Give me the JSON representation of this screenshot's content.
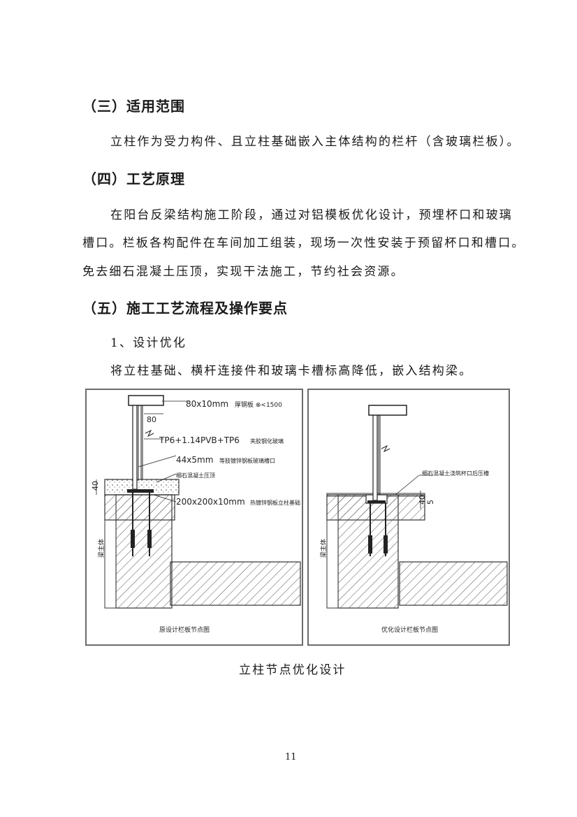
{
  "sections": {
    "scope": {
      "heading": "（三）适用范围",
      "body": "立柱作为受力构件、且立柱基础嵌入主体结构的栏杆（含玻璃栏板）。"
    },
    "principle": {
      "heading": "（四）工艺原理",
      "lines": [
        "在阳台反梁结构施工阶段，通过对铝模板优化设计，预埋杯口和玻璃",
        "槽口。栏板各构配件在车间加工组装，现场一次性安装于预留杯口和槽口。",
        "免去细石混凝土压顶，实现干法施工，节约社会资源。"
      ]
    },
    "process": {
      "heading": "（五）施工工艺流程及操作要点",
      "step": "1、设计优化",
      "body": "将立柱基础、横杆连接件和玻璃卡槽标高降低，嵌入结构梁。"
    }
  },
  "figure": {
    "left": {
      "labels": {
        "top_rail": "80x10mm",
        "top_rail_note": "厚钢板 ⊗<1500",
        "rail_width": "80",
        "glass": "TP6+1.14PVB+TP6",
        "glass_note": "夹胶钢化玻璃",
        "channel": "44x5mm",
        "channel_note": "等肢镀锌钢板玻璃槽口",
        "topping": "细石混凝土压顶",
        "base_plate": "200x200x10mm",
        "base_plate_note": "热镀锌钢板立柱基础",
        "height_40": "40",
        "side_label": "梁主体",
        "caption": "原设计栏板节点图"
      }
    },
    "right": {
      "labels": {
        "cup_note": "细石混凝土浇筑杯口后压槽",
        "dim_40": "40",
        "dim_5": "5",
        "side_label": "梁主体",
        "caption": "优化设计栏板节点图"
      }
    },
    "caption": "立柱节点优化设计"
  },
  "page_number": "11"
}
